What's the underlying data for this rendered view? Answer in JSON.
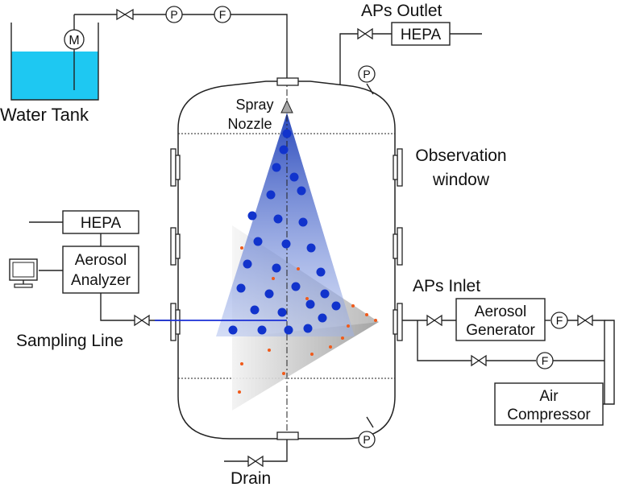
{
  "labels": {
    "water_tank": "Water Tank",
    "aps_outlet": "APs Outlet",
    "hepa_top": "HEPA",
    "spray_nozzle_1": "Spray",
    "spray_nozzle_2": "Nozzle",
    "observation_1": "Observation",
    "observation_2": "window",
    "hepa_left": "HEPA",
    "analyzer_1": "Aerosol",
    "analyzer_2": "Analyzer",
    "sampling_line": "Sampling Line",
    "aps_inlet": "APs Inlet",
    "generator_1": "Aerosol",
    "generator_2": "Generator",
    "compressor_1": "Air",
    "compressor_2": "Compressor",
    "drain": "Drain"
  },
  "symbols": {
    "motor": "M",
    "pressure": "P",
    "flow": "F"
  },
  "colors": {
    "water": "#1ec8f2",
    "droplet": "#1133cc",
    "particle": "#f05a1a",
    "spray_cone": "#4a6fd0",
    "sampling_line": "#1a2fd6"
  }
}
